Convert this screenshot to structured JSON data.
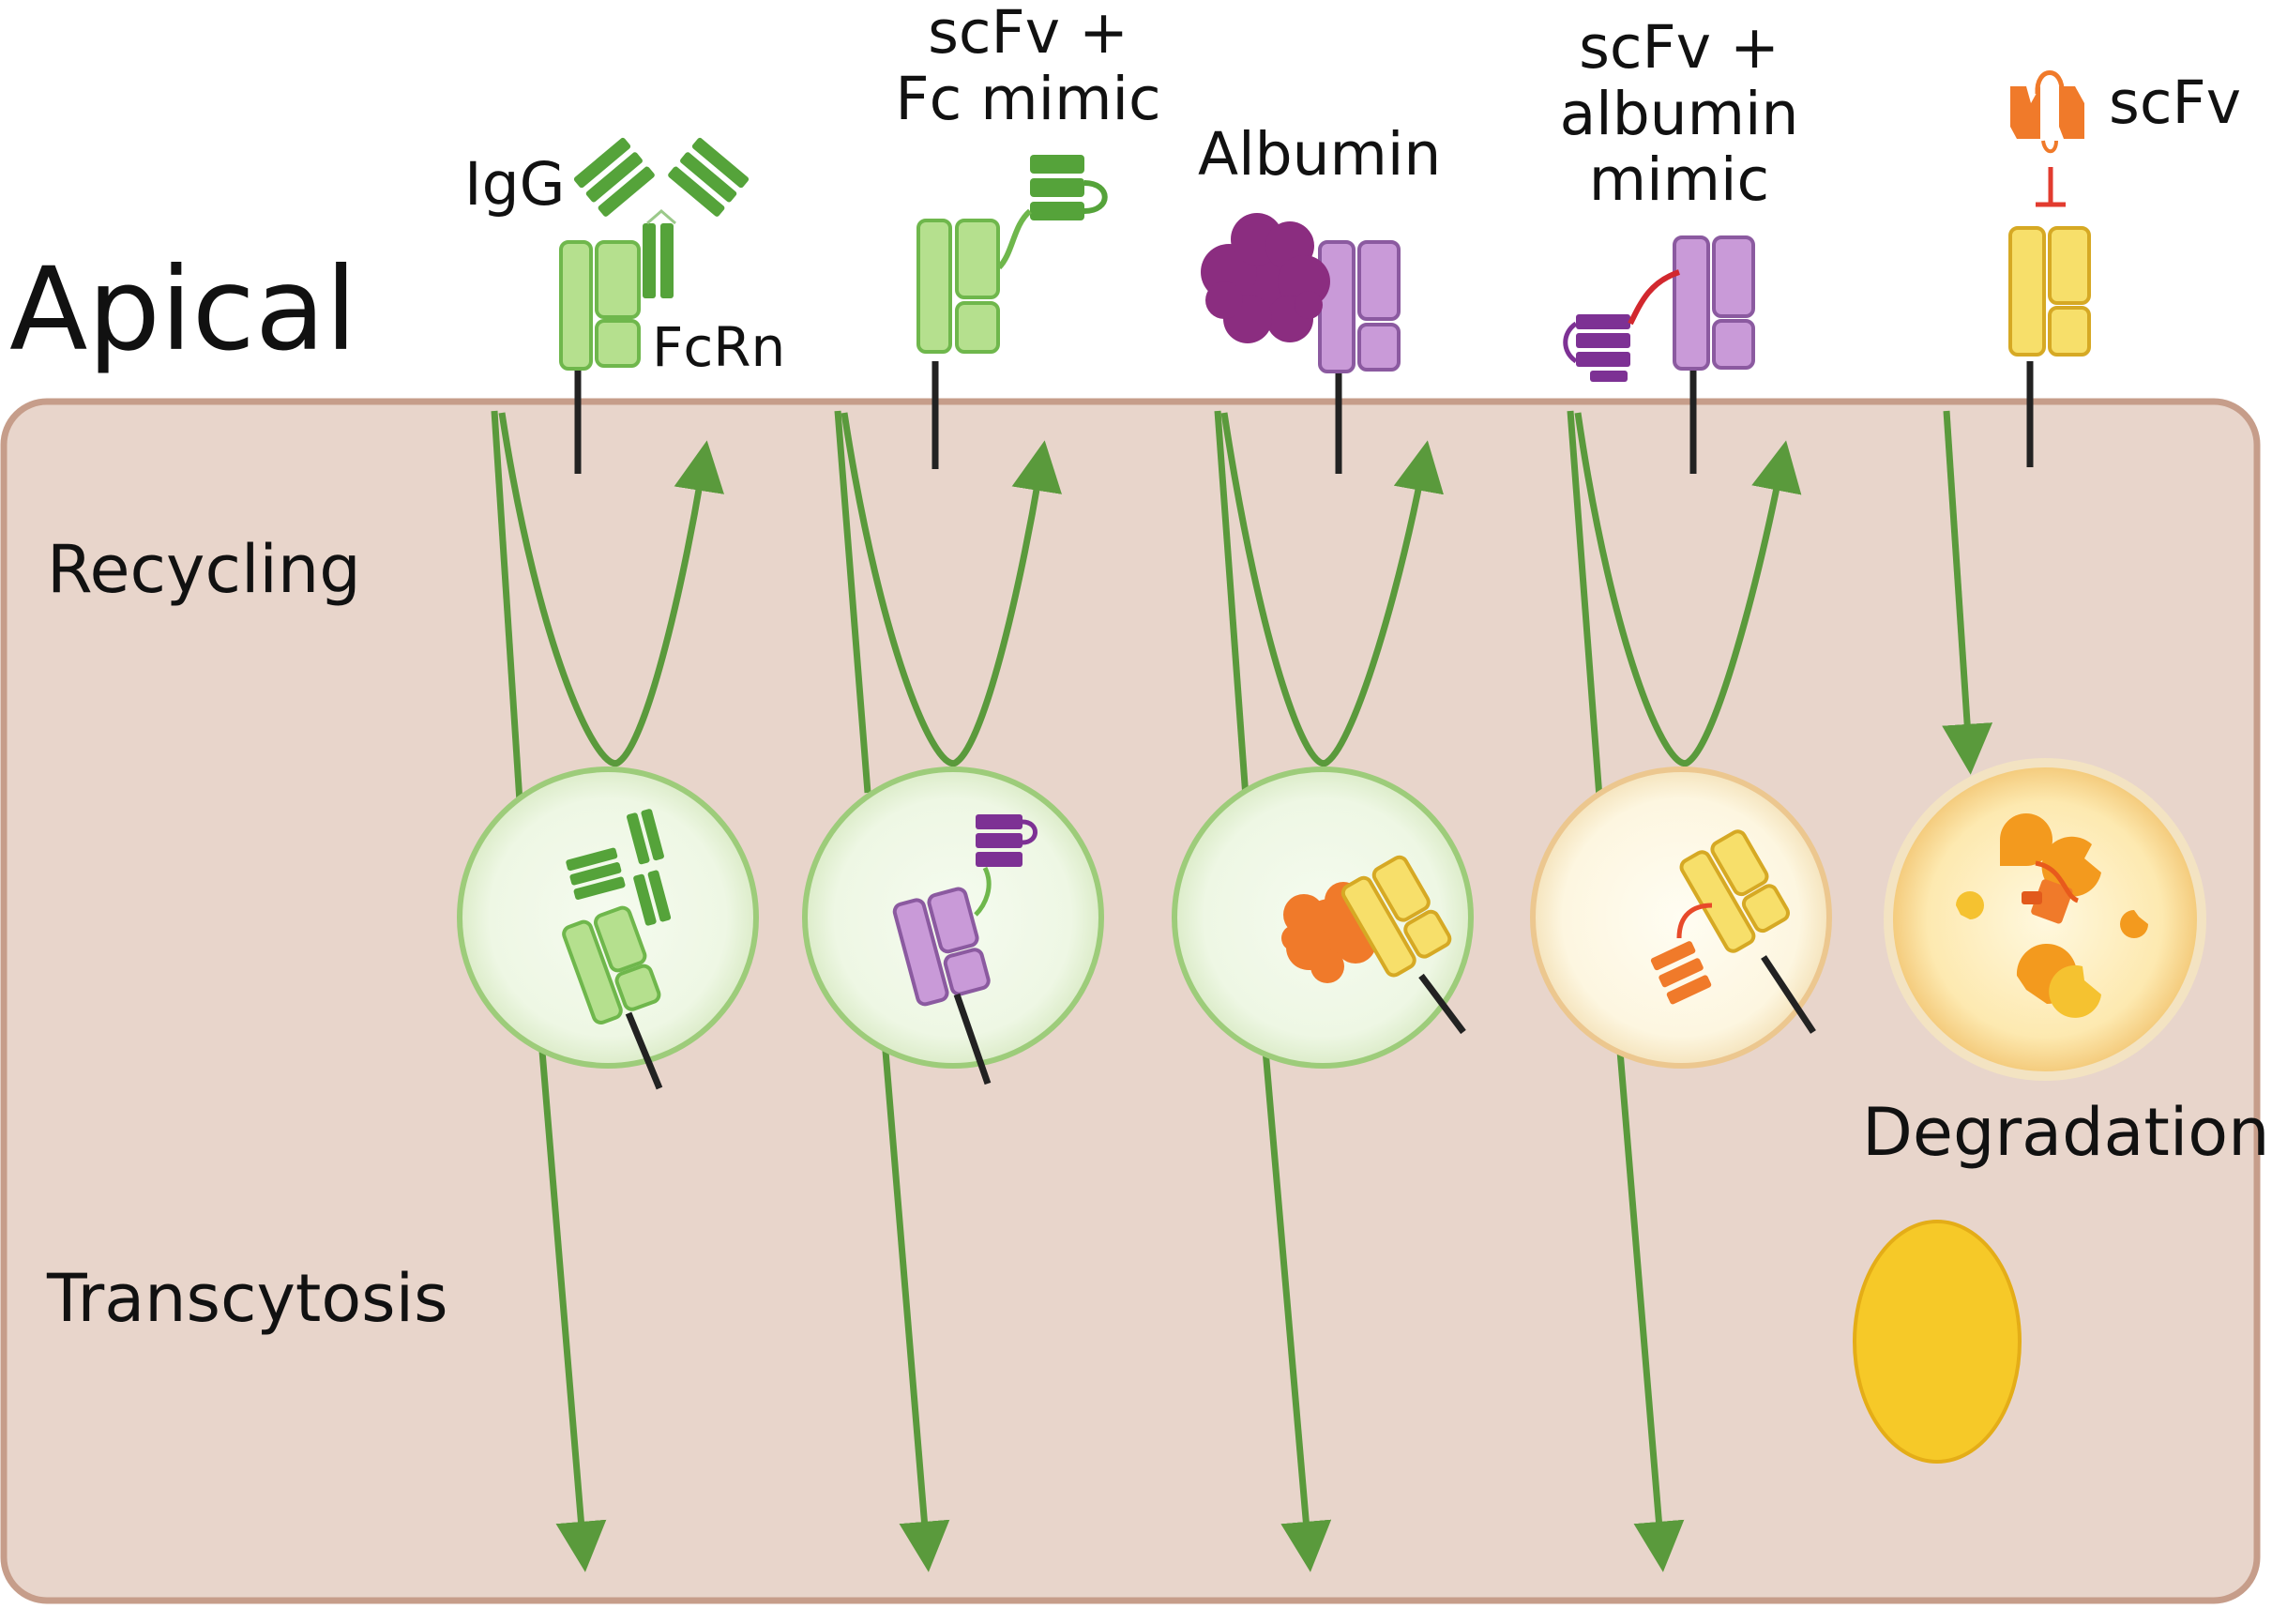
{
  "labels": {
    "apical": "Apical",
    "recycling": "Recycling",
    "transcytosis": "Transcytosis",
    "degradation": "Degradation",
    "fcrn": "FcRn"
  },
  "pathways": [
    {
      "ligand_label": "IgG",
      "ligand_color": "#55a33a",
      "receptor_color": "#b5e08e",
      "outcome": "recycling + transcytosis"
    },
    {
      "ligand_label_lines": [
        "scFv +",
        "Fc mimic"
      ],
      "ligand_color": "#55a33a",
      "vesicle_ligand_color": "#8b3a9e",
      "receptor_color": "#b5e08e",
      "outcome": "recycling + transcytosis"
    },
    {
      "ligand_label": "Albumin",
      "ligand_color": "#8b2d80",
      "vesicle_ligand_color": "#f07a2a",
      "receptor_color": "#c99ad8",
      "outcome": "recycling + transcytosis"
    },
    {
      "ligand_label_lines": [
        "scFv +",
        "albumin",
        "mimic"
      ],
      "ligand_color": "#7d3194",
      "vesicle_ligand_color": "#f07a2a",
      "receptor_color": "#c99ad8",
      "outcome": "recycling + transcytosis"
    },
    {
      "ligand_label": "scFv",
      "ligand_color": "#f07a2a",
      "receptor_color": "#f7df6a",
      "outcome": "degradation"
    }
  ],
  "colors": {
    "cell_fill": "#e8d5cb",
    "cell_border": "#c69d8a",
    "arrow": "#5a9a3c",
    "stalk": "#222222",
    "inhibition": "#e23b2f",
    "lysosome_body": "#f6c928"
  }
}
